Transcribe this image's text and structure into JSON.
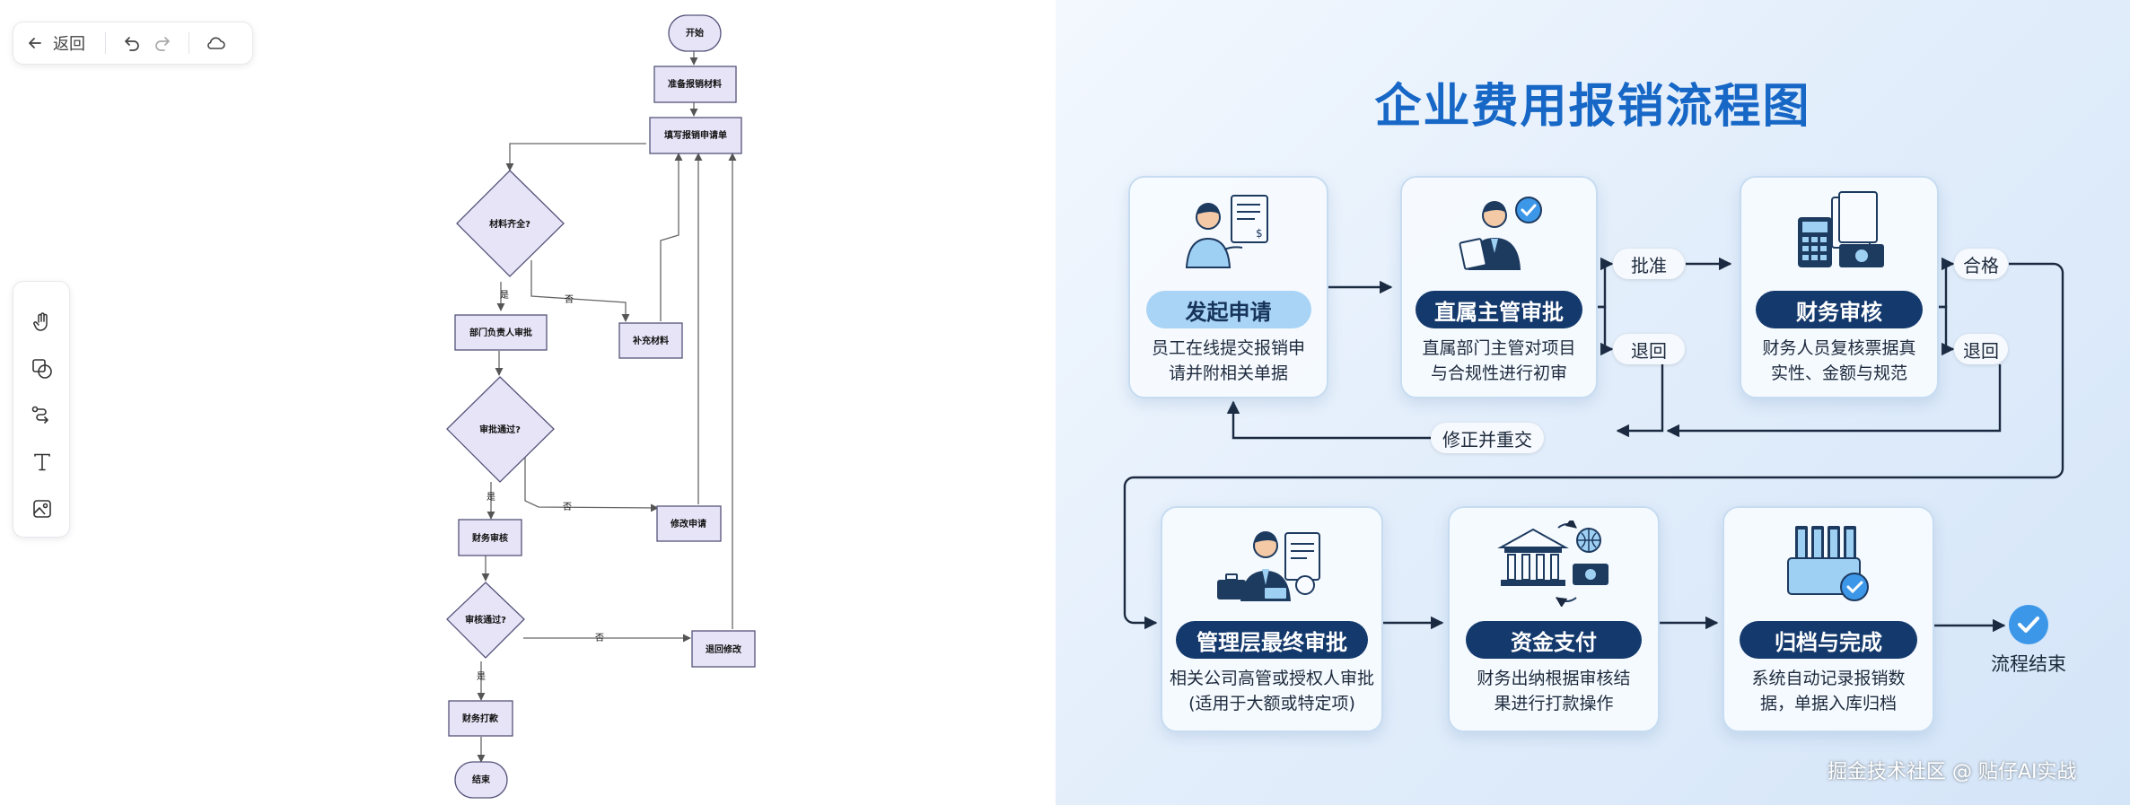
{
  "editor": {
    "toolbar": {
      "back_label": "返回"
    },
    "flowchart": {
      "start": "开始",
      "prepare": "准备报销材料",
      "fill_form": "填写报销申请单",
      "materials_complete": "材料齐全?",
      "dept_review": "部门负责人审批",
      "supplement": "补充材料",
      "approved": "审批通过?",
      "modify": "修改申请",
      "finance_review": "财务审核",
      "review_passed": "审核通过?",
      "return_modify": "退回修改",
      "payment": "财务打款",
      "end": "结束",
      "yes": "是",
      "no": "否"
    }
  },
  "infographic": {
    "title": "企业费用报销流程图",
    "steps": [
      {
        "name": "发起申请",
        "desc_1": "员工在线提交报销申",
        "desc_2": "请并附相关单据"
      },
      {
        "name": "直属主管审批",
        "desc_1": "直属部门主管对项目",
        "desc_2": "与合规性进行初审"
      },
      {
        "name": "财务审核",
        "desc_1": "财务人员复核票据真",
        "desc_2": "实性、金额与规范"
      },
      {
        "name": "管理层最终审批",
        "desc_1": "相关公司高管或授权人审批",
        "desc_2": "(适用于大额或特定项)"
      },
      {
        "name": "资金支付",
        "desc_1": "财务出纳根据审核结",
        "desc_2": "果进行打款操作"
      },
      {
        "name": "归档与完成",
        "desc_1": "系统自动记录报销数",
        "desc_2": "据，单据入库归档"
      }
    ],
    "branches": {
      "approve": "批准",
      "return_1": "退回",
      "pass": "合格",
      "return_2": "退回",
      "fix_resubmit": "修正并重交"
    },
    "end_label": "流程结束",
    "watermark": "掘金技术社区 @ 贴仔AI实战",
    "colors": {
      "title": "#1767c6",
      "dark_pill": "#14396c",
      "light_pill": "#a9d4f5",
      "check": "#3d97e8"
    }
  }
}
